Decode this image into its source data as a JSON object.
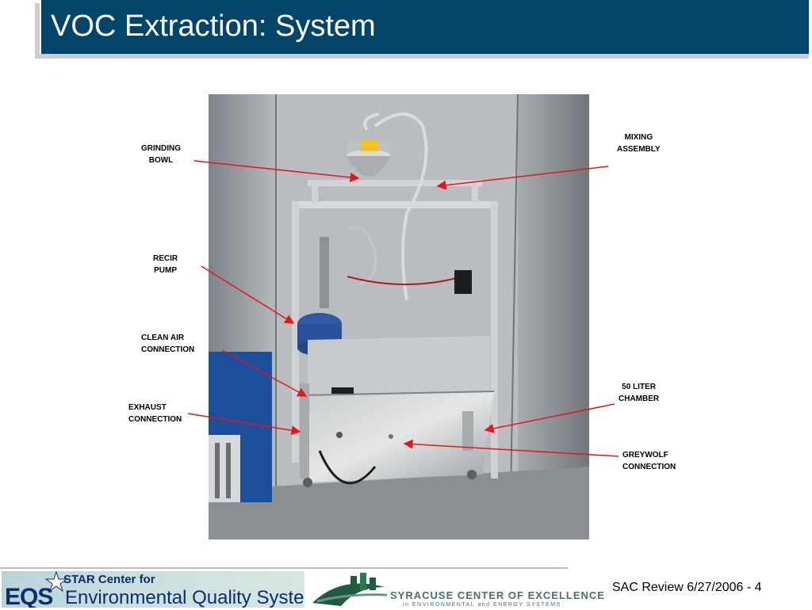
{
  "slide": {
    "title": "VOC Extraction: System",
    "footer": "SAC Review 6/27/2006 - 4"
  },
  "labels": {
    "grinding_bowl": "GRINDING\nBOWL",
    "mixing_assembly": "MIXING\nASSEMBLY",
    "recir_pump": "RECIR\nPUMP",
    "clean_air": "CLEAN AIR\nCONNECTION",
    "exhaust": "EXHAUST\nCONNECTION",
    "chamber": "50  LITER\nCHAMBER",
    "greywolf": "GREYWOLF\nCONNECTION"
  },
  "logos": {
    "star_top": "STAR Center for",
    "star_eqs": "EQS",
    "star_name": "Environmental Quality Systems",
    "syracuse_main": "SYRACUSE CENTER OF EXCELLENCE",
    "syracuse_sub": "in ENVIRONMENTAL and ENERGY SYSTEMS"
  },
  "colors": {
    "title_bar": "#03446a",
    "arrow": "#e8141b",
    "logo_text": "#0b2e6e"
  }
}
